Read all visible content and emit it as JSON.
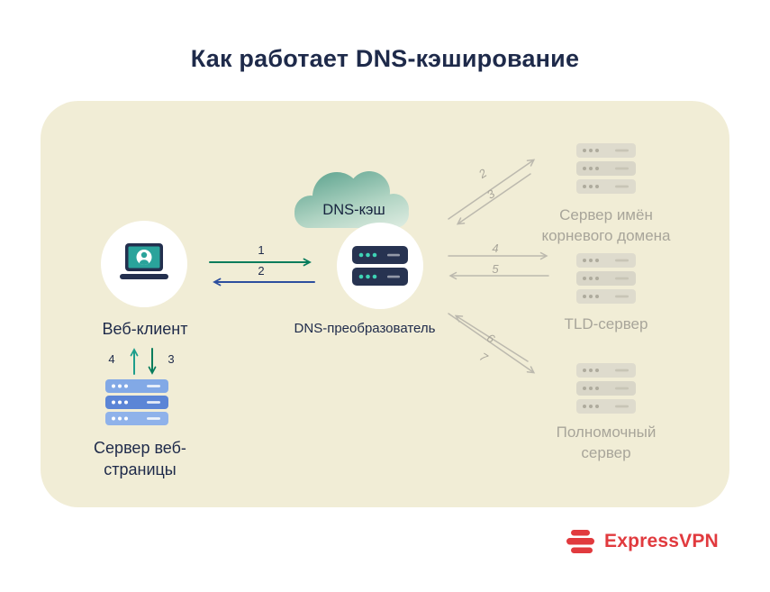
{
  "title": "Как работает DNS-кэширование",
  "panel": {
    "web_client": "Веб-клиент",
    "dns_cache": "DNS-кэш",
    "dns_resolver": "DNS-преобразователь",
    "root_server": "Сервер имён корневого домена",
    "tld_server": "TLD-сервер",
    "authoritative_server": "Полномочный сервер",
    "web_page_server": "Сервер веб-страницы"
  },
  "steps": {
    "client_to_resolver": "1",
    "resolver_to_client": "2",
    "resolver_to_root": "2",
    "root_to_resolver": "3",
    "resolver_to_tld": "4",
    "tld_to_resolver": "5",
    "resolver_to_auth": "6",
    "auth_to_resolver": "7",
    "server_to_client": "4",
    "client_to_server": "3"
  },
  "brand": "ExpressVPN",
  "colors": {
    "navy": "#1E2A4A",
    "green": "#077C5C",
    "teal": "#1E9E8C",
    "blue": "#2D4F9E",
    "gray_text": "#A8A59A",
    "arrow_gray": "#BCB9AE",
    "panel_bg": "#F1EDD6",
    "brand_red": "#E13A3E"
  }
}
